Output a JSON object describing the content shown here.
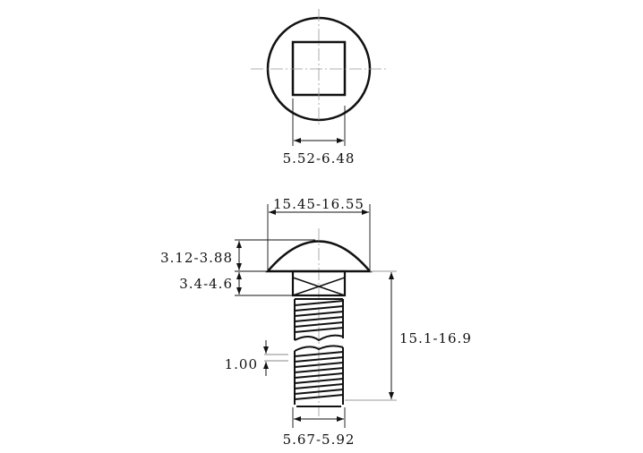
{
  "drawing": {
    "title": "Carriage bolt technical drawing",
    "dimensions": {
      "square_width": "5.52-6.48",
      "head_diameter": "15.45-16.55",
      "head_height": "3.12-3.88",
      "neck_height": "3.4-4.6",
      "length": "15.1-16.9",
      "thread_pitch": "1.00",
      "thread_diameter": "5.67-5.92"
    }
  }
}
